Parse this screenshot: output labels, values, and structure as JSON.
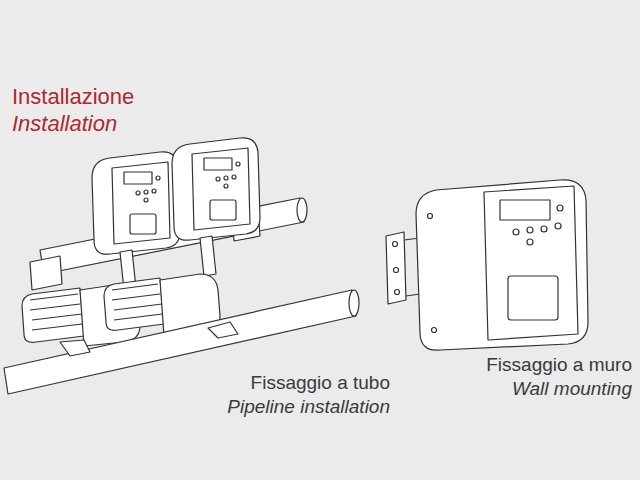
{
  "diagram": {
    "title": "Installazione",
    "labels": [
      "Installation",
      "Fissaggio a tubo",
      "Pipeline installation",
      "Fissaggio a muro",
      "Wall mounting"
    ]
  }
}
